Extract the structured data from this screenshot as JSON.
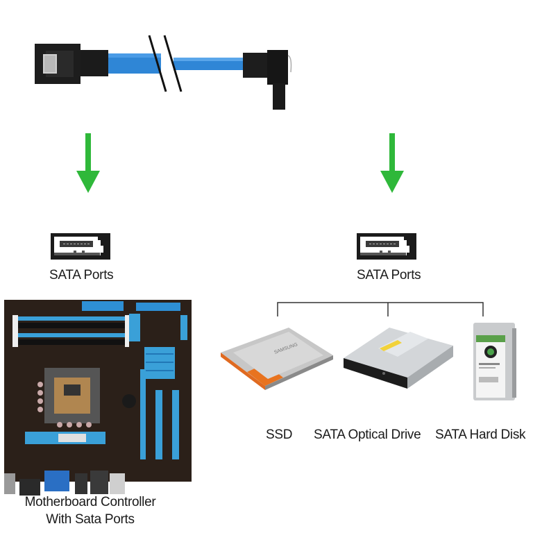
{
  "diagram": {
    "title": "SATA cable connection diagram",
    "cable": {
      "left_connector": "straight-connector",
      "right_connector": "right-angle-connector",
      "cable_color": "#2f86d6",
      "break_marks": true
    },
    "arrows": {
      "color": "#2fb83a"
    },
    "left_column": {
      "port_label": "SATA Ports",
      "device_label_line1": "Motherboard Controller",
      "device_label_line2": "With Sata Ports"
    },
    "right_column": {
      "port_label": "SATA Ports",
      "devices": [
        {
          "label": "SSD"
        },
        {
          "label": "SATA Optical Drive"
        },
        {
          "label": "SATA Hard Disk"
        }
      ]
    }
  }
}
